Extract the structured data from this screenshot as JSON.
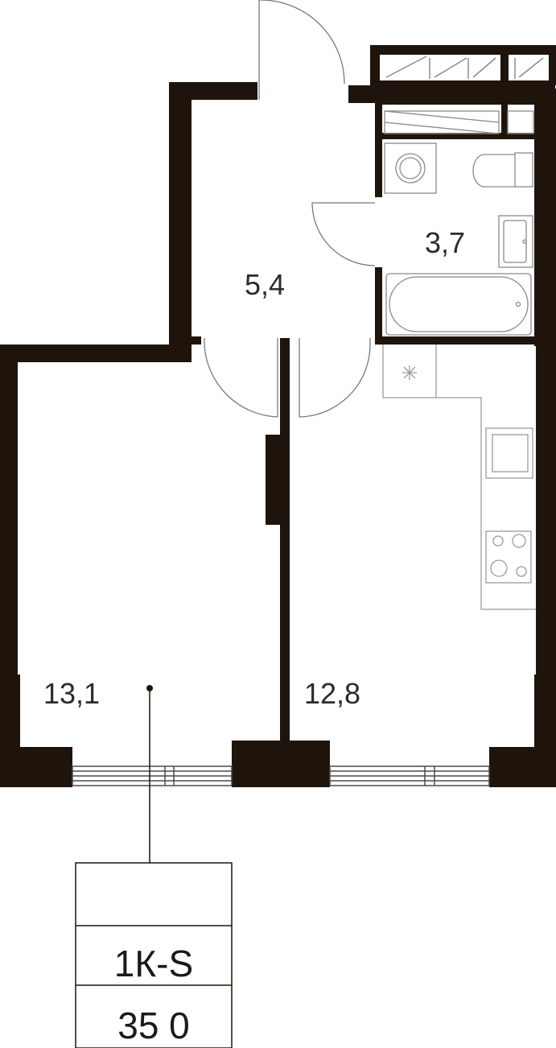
{
  "rooms": {
    "hall": {
      "area": "5,4"
    },
    "bathroom": {
      "area": "3,7"
    },
    "bedroom": {
      "area": "13,1"
    },
    "kitchen": {
      "area": "12,8"
    }
  },
  "tag": {
    "type": "1К-S",
    "number": "35 0"
  },
  "colors": {
    "wall": "#1f140b",
    "line": "#4a4a4a",
    "fixture": "#9a9a9a",
    "background": "#ffffff"
  },
  "icons": [
    "washing-machine-icon",
    "toilet-icon",
    "sink-icon",
    "bathtub-icon",
    "hood-icon",
    "kitchen-sink-icon",
    "stove-icon",
    "entrance-door-icon"
  ]
}
